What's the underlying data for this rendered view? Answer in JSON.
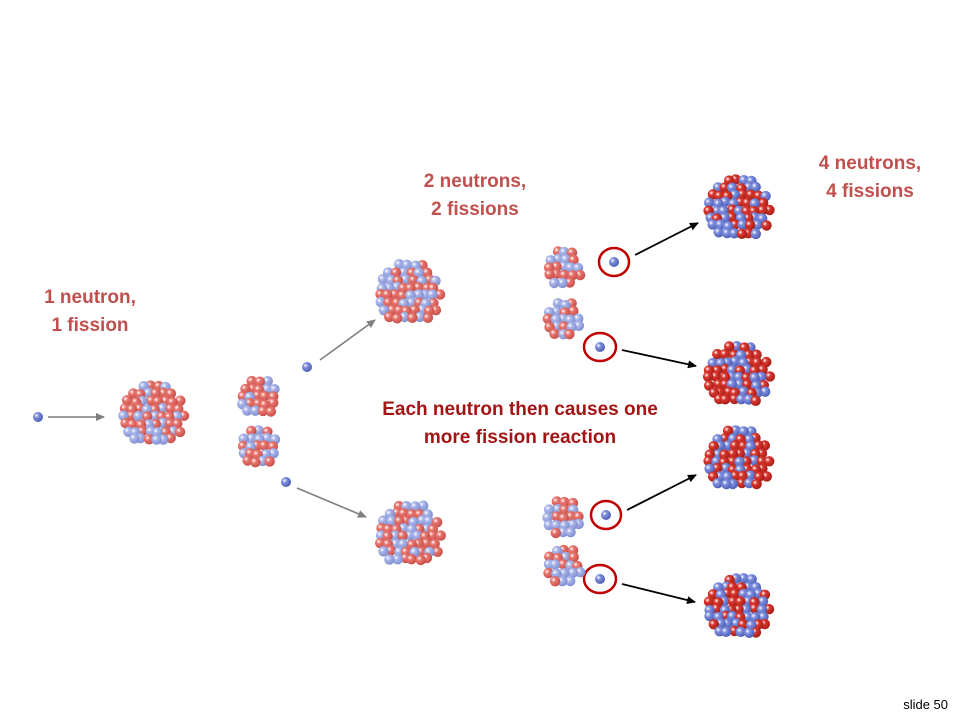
{
  "labels": {
    "stage1": [
      "1 neutron,",
      "1 fission"
    ],
    "stage2": [
      "2 neutrons,",
      "2 fissions"
    ],
    "stage3": [
      "4 neutrons,",
      "4 fissions"
    ],
    "center": [
      "Each neutron then causes one",
      "more fission reaction"
    ]
  },
  "slide_number": "slide 50",
  "colors": {
    "label": "#c0504d",
    "center_label": "#a31515",
    "proton": "#e8756f",
    "neutron": "#a9b5ea",
    "proton_dark": "#d9362e",
    "neutron_dark": "#7f8fde",
    "highlight_ring": "#c00000",
    "arrow_grey": "#7f7f7f",
    "arrow_black": "#000000"
  }
}
